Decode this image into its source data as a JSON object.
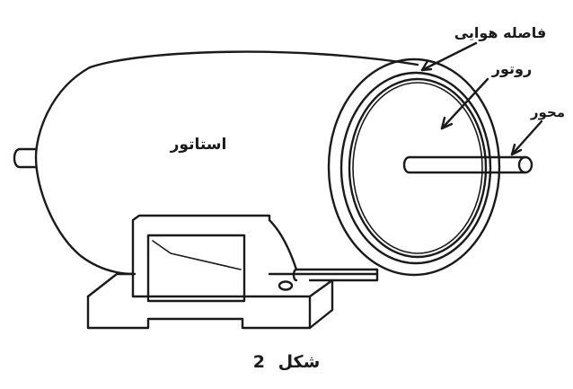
{
  "labels": {
    "stator": "استاتور",
    "air_gap": "فاصله هوایی",
    "rotor": "روتور",
    "shaft": "محور"
  },
  "caption": {
    "word": "شکل",
    "number": "2"
  },
  "colors": {
    "ink": "#1a1a1a",
    "paper": "#ffffff"
  }
}
